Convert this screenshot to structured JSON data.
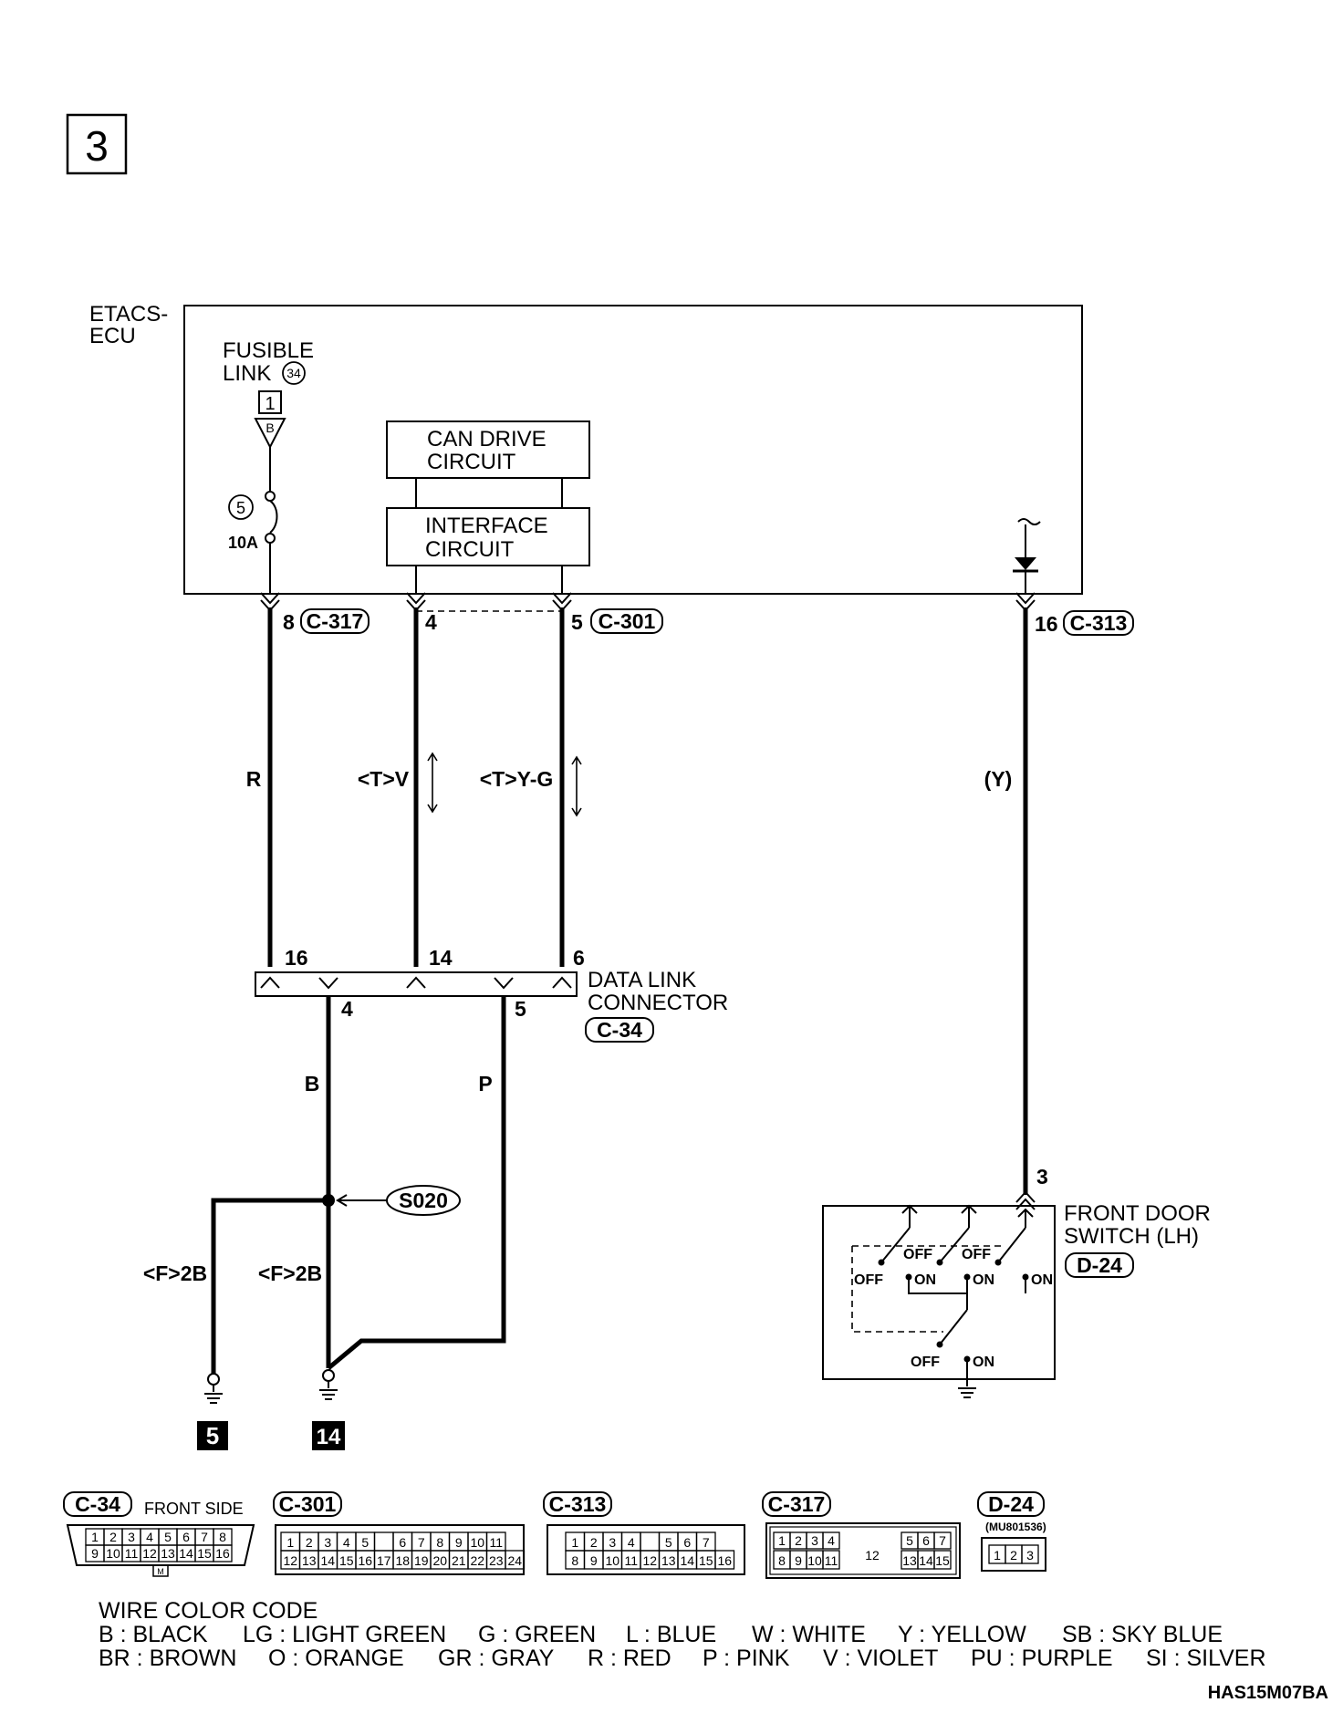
{
  "section": "3",
  "ecu": {
    "line1": "ETACS-",
    "line2": "ECU"
  },
  "fusible": {
    "line1": "FUSIBLE",
    "line2": "LINK",
    "link_no": "34",
    "box": "1",
    "fuse_no": "5",
    "fuse_amp": "10A"
  },
  "can_drive": {
    "line1": "CAN DRIVE",
    "line2": "CIRCUIT"
  },
  "interface": {
    "line1": "INTERFACE",
    "line2": "CIRCUIT"
  },
  "pins": {
    "p8": "8",
    "c317": "C-317",
    "p4": "4",
    "p5": "5",
    "c301": "C-301",
    "p16": "16",
    "c313": "C-313"
  },
  "wires": {
    "r": "R",
    "tv": "<T>V",
    "tyg": "<T>Y-G",
    "y": "(Y)",
    "b": "B",
    "p": "P",
    "f2b1": "<F>2B",
    "f2b2": "<F>2B"
  },
  "dlc": {
    "line1": "DATA LINK",
    "line2": "CONNECTOR",
    "code": "C-34",
    "pin16": "16",
    "pin14": "14",
    "pin6": "6",
    "pin4": "4",
    "pin5": "5"
  },
  "splice": "S020",
  "door_switch": {
    "line1": "FRONT DOOR",
    "line2": "SWITCH (LH)",
    "code": "D-24",
    "pin": "3",
    "off": "OFF",
    "on": "ON"
  },
  "grounds": {
    "g1": "5",
    "g2": "14"
  },
  "connectors": {
    "c34": {
      "code": "C-34",
      "side": "FRONT SIDE",
      "row1": [
        "1",
        "2",
        "3",
        "4",
        "5",
        "6",
        "7",
        "8"
      ],
      "row2": [
        "9",
        "10",
        "11",
        "12",
        "13",
        "14",
        "15",
        "16"
      ],
      "mark": "M"
    },
    "c301": {
      "code": "C-301",
      "row1": [
        "1",
        "2",
        "3",
        "4",
        "5",
        "",
        "6",
        "7",
        "8",
        "9",
        "10",
        "11"
      ],
      "row2": [
        "12",
        "13",
        "14",
        "15",
        "16",
        "17",
        "18",
        "19",
        "20",
        "21",
        "22",
        "23",
        "24"
      ]
    },
    "c313": {
      "code": "C-313",
      "row1": [
        "1",
        "2",
        "3",
        "4",
        "",
        "5",
        "6",
        "7"
      ],
      "row2": [
        "8",
        "9",
        "10",
        "11",
        "12",
        "13",
        "14",
        "15",
        "16"
      ]
    },
    "c317": {
      "code": "C-317",
      "row1": [
        "1",
        "2",
        "3",
        "4"
      ],
      "row1b": [
        "5",
        "6",
        "7"
      ],
      "row2": [
        "8",
        "9",
        "10",
        "11"
      ],
      "middle": "12",
      "row2b": [
        "13",
        "14",
        "15"
      ]
    },
    "d24": {
      "code": "D-24",
      "part": "(MU801536)",
      "row1": [
        "1",
        "2",
        "3"
      ]
    }
  },
  "wire_color_code": {
    "title": "WIRE COLOR CODE",
    "row1": [
      "B : BLACK",
      "LG : LIGHT GREEN",
      "G : GREEN",
      "L : BLUE",
      "W : WHITE",
      "Y : YELLOW",
      "SB : SKY BLUE"
    ],
    "row2": [
      "BR : BROWN",
      "O : ORANGE",
      "GR : GRAY",
      "R : RED",
      "P : PINK",
      "V : VIOLET",
      "PU : PURPLE",
      "SI : SILVER"
    ]
  },
  "figure_code": "HAS15M07BA"
}
